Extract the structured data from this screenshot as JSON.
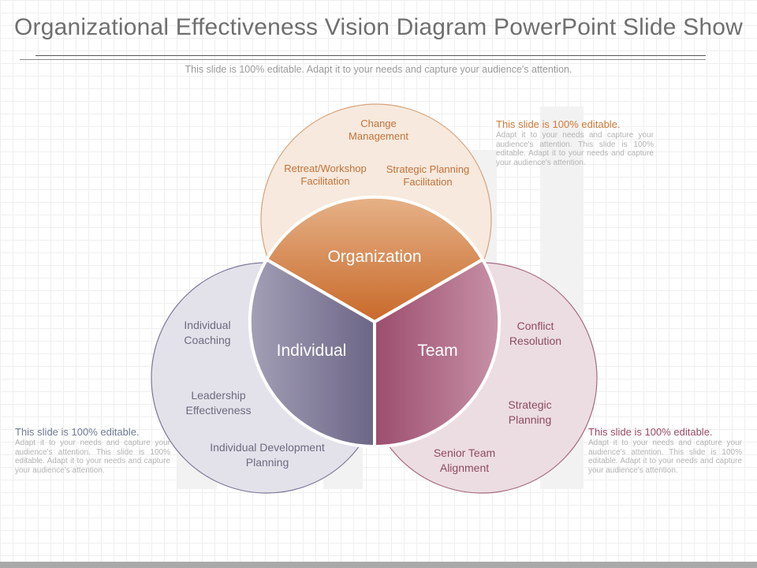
{
  "title": "Organizational Effectiveness Vision Diagram PowerPoint Slide Show",
  "subtitle": "This slide is 100% editable. Adapt it to your needs and capture your audience's attention.",
  "segments": {
    "organization": {
      "label": "Organization",
      "items": [
        "Change Management",
        "Retreat/Workshop Facilitation",
        "Strategic Planning Facilitation"
      ]
    },
    "individual": {
      "label": "Individual",
      "items": [
        "Individual Coaching",
        "Leadership Effectiveness",
        "Individual Development Planning"
      ]
    },
    "team": {
      "label": "Team",
      "items": [
        "Conflict Resolution",
        "Strategic Planning",
        "Senior Team Alignment"
      ]
    }
  },
  "notes": [
    {
      "heading": "This slide is 100% editable.",
      "body": "Adapt it to your needs and capture your audience's attention. This slide is 100% editable. Adapt it to your needs and capture your audience's attention."
    },
    {
      "heading": "This slide is 100% editable.",
      "body": "Adapt it to your needs and capture your audience's attention. This slide is 100% editable. Adapt it to your needs and capture your audience's attention."
    },
    {
      "heading": "This slide is 100% editable.",
      "body": "Adapt it to your needs and capture your audience's attention. This slide is 100% editable. Adapt it to your needs and capture your audience's attention."
    }
  ],
  "colors": {
    "organization": "#d9853e",
    "individual": "#7a7494",
    "team": "#a35878"
  }
}
